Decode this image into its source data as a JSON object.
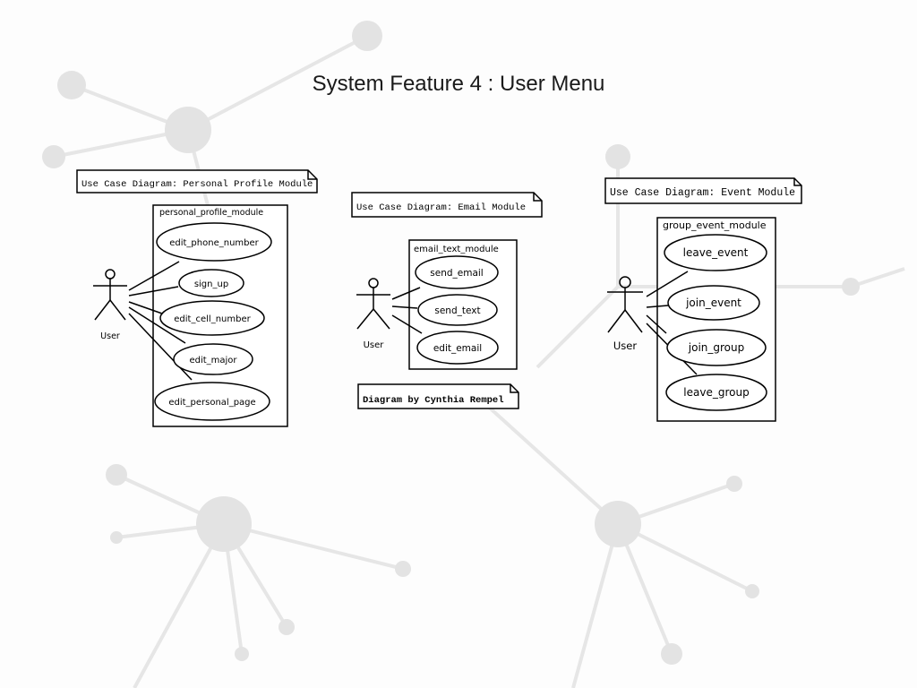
{
  "slide": {
    "title": "System Feature 4 : User Menu"
  },
  "colors": {
    "background_network": "#e3e3e3",
    "ink": "#000000",
    "slide_background": "#fdfdfd"
  },
  "diagrams": [
    {
      "note": "Use Case Diagram: Personal Profile Module",
      "module": "personal_profile_module",
      "actor": "User",
      "use_cases": [
        "edit_phone_number",
        "sign_up",
        "edit_cell_number",
        "edit_major",
        "edit_personal_page"
      ]
    },
    {
      "note": "Use Case Diagram: Email Module",
      "module": "email_text_module",
      "actor": "User",
      "use_cases": [
        "send_email",
        "send_text",
        "edit_email"
      ],
      "credit": "Diagram by Cynthia Rempel"
    },
    {
      "note": "Use Case Diagram: Event Module",
      "module": "group_event_module",
      "actor": "User",
      "use_cases": [
        "leave_event",
        "join_event",
        "join_group",
        "leave_group"
      ]
    }
  ]
}
